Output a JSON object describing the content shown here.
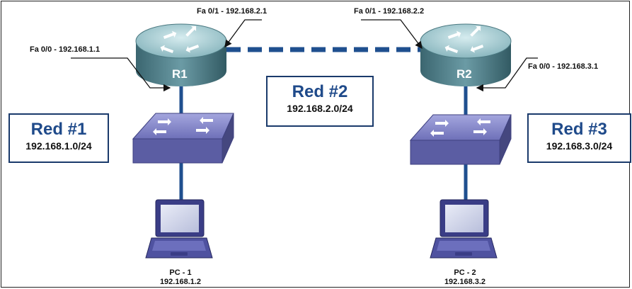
{
  "networks": [
    {
      "name": "Red #1",
      "subnet": "192.168.1.0/24"
    },
    {
      "name": "Red #2",
      "subnet": "192.168.2.0/24"
    },
    {
      "name": "Red #3",
      "subnet": "192.168.3.0/24"
    }
  ],
  "routers": [
    {
      "label": "R1",
      "fa00": "Fa 0/0 - 192.168.1.1",
      "fa01": "Fa 0/1 - 192.168.2.1"
    },
    {
      "label": "R2",
      "fa00": "Fa 0/0 - 192.168.3.1",
      "fa01": "Fa 0/1 - 192.168.2.2"
    }
  ],
  "pcs": [
    {
      "name": "PC - 1",
      "ip": "192.168.1.2"
    },
    {
      "name": "PC - 2",
      "ip": "192.168.3.2"
    }
  ],
  "colors": {
    "link": "#1f4f8f",
    "router_body": "#4f7f8a",
    "router_top": "#a9cfd6",
    "switch_top": "#7d7fc4",
    "switch_side": "#4b4d8e",
    "box_border": "#1a3a6b",
    "title_text": "#1f4a8a"
  }
}
